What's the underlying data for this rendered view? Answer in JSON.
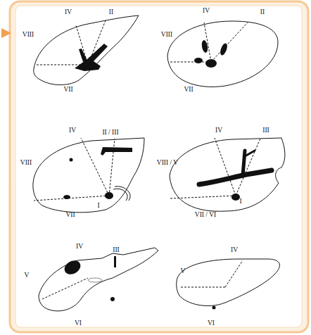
{
  "diagram": {
    "labels": [
      "IV",
      "II",
      "VIII",
      "VII",
      "IV",
      "II",
      "VIII",
      "VII",
      "IV",
      "II / III",
      "VIII",
      "I",
      "VII",
      "IV",
      "III",
      "VIII / V",
      "I",
      "VII / VI",
      "IV",
      "III",
      "V",
      "VI",
      "IV",
      "V",
      "VI"
    ]
  }
}
